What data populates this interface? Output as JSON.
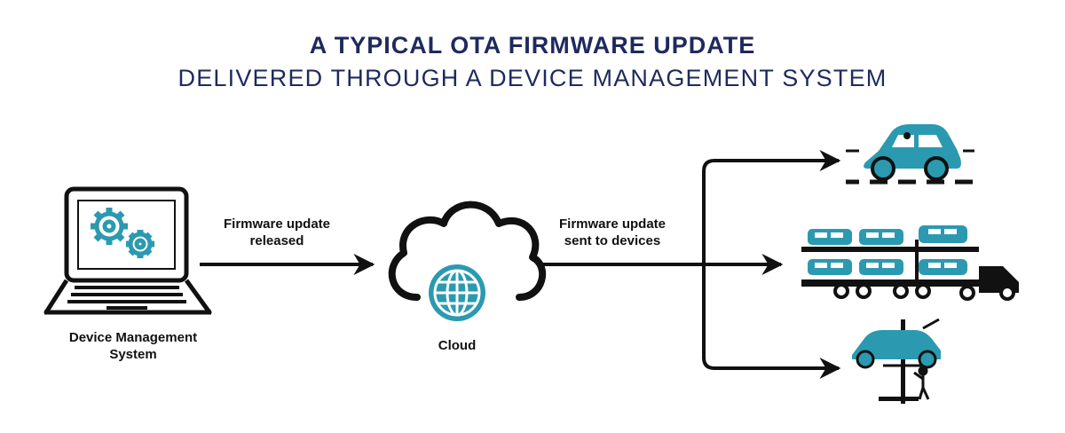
{
  "title": {
    "line1": "A TYPICAL OTA FIRMWARE UPDATE",
    "line2": "DELIVERED THROUGH A DEVICE MANAGEMENT SYSTEM"
  },
  "nodes": {
    "dms": {
      "line1": "Device Management",
      "line2": "System",
      "icon": "laptop-gears-icon"
    },
    "cloud": {
      "label": "Cloud",
      "icon": "cloud-globe-icon"
    }
  },
  "edges": {
    "released": {
      "line1": "Firmware update",
      "line2": "released"
    },
    "sent": {
      "line1": "Firmware update",
      "line2": "sent to devices"
    }
  },
  "devices": [
    "car-on-road-icon",
    "car-carrier-truck-icon",
    "car-on-lift-icon"
  ],
  "colors": {
    "title": "#1e2a5e",
    "accent": "#2b9ab0",
    "line": "#111111"
  }
}
